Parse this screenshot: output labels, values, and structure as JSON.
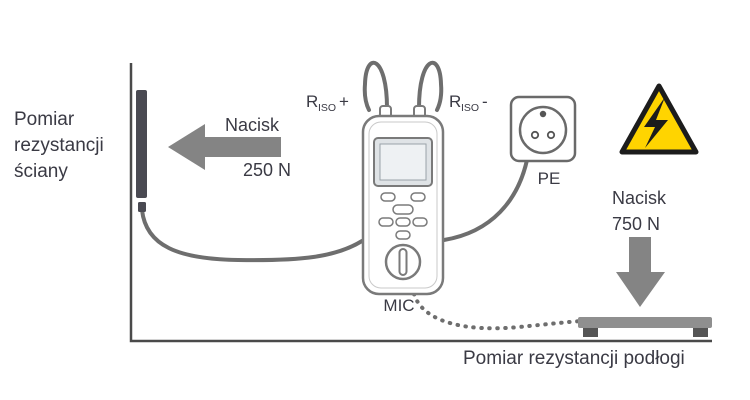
{
  "colors": {
    "arrow_gray": "#848484",
    "warning_yellow": "#FFD400",
    "cable_gray": "#6e6e6e",
    "electrode_dark": "#4a4a52",
    "text_dark": "#3a3a44"
  },
  "labels": {
    "wall_measurement_line1": "Pomiar",
    "wall_measurement_line2": "rezystancji",
    "wall_measurement_line3": "ściany",
    "wall_force_title": "Nacisk",
    "wall_force_value": "250 N",
    "riso_plus_r": "R",
    "riso_plus_sub": "ISO",
    "riso_plus_sign": "+",
    "riso_minus_r": "R",
    "riso_minus_sub": "ISO",
    "riso_minus_sign": "-",
    "pe": "PE",
    "device": "MIC",
    "floor_force_title": "Nacisk",
    "floor_force_value": "750 N",
    "floor_measurement": "Pomiar rezystancji podłogi"
  }
}
